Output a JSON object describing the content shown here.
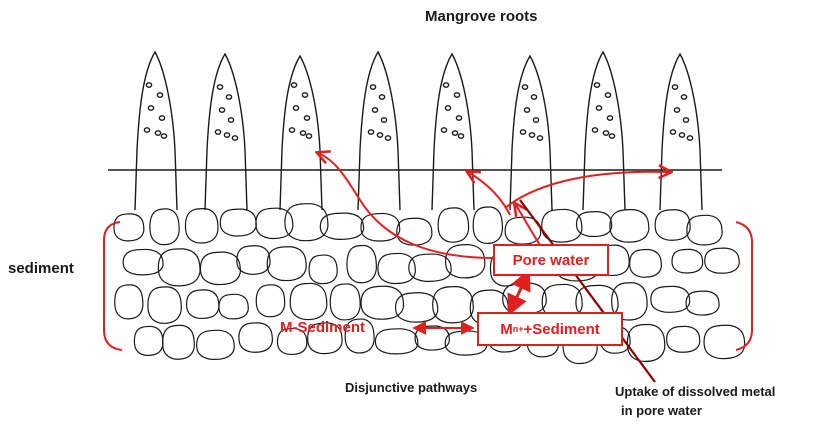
{
  "diagram": {
    "title": "Mangrove roots",
    "left_label": "sediment",
    "boxes": {
      "pore_water": "Pore water",
      "m_sediment": "M-Sediment",
      "mn_sediment_prefix": "M",
      "mn_sediment_sup": "n+",
      "mn_sediment_suffix": "+Sediment"
    },
    "captions": {
      "disjunctive": "Disjunctive pathways",
      "uptake_line1": "Uptake of dissolved metal",
      "uptake_line2": "in pore water"
    },
    "colors": {
      "accent": "#e02020",
      "ink": "#1a1a1a",
      "background": "#ffffff"
    }
  }
}
